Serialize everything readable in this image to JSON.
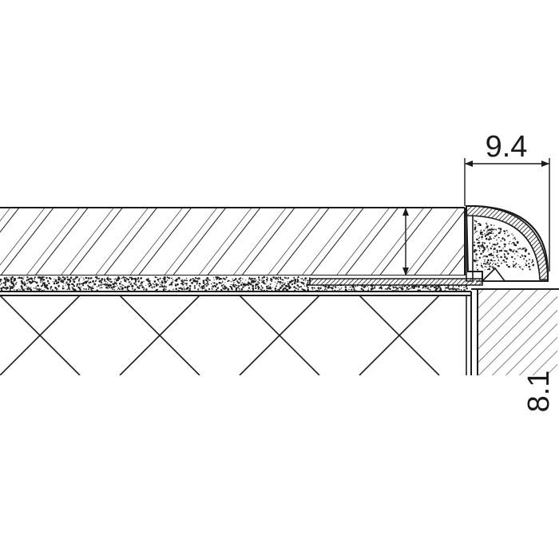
{
  "dimensions": {
    "width_label": "9.4",
    "height_label": "8.1"
  },
  "colors": {
    "line": "#1a1a1a",
    "background": "#ffffff",
    "speckle": "#222222"
  },
  "materials": {
    "tile": "tile-hatch",
    "adhesive": "speckle-fill",
    "substrate": "crosshatch",
    "wall": "wall-hatch",
    "trim_profile": "rounded-edge-profile"
  }
}
